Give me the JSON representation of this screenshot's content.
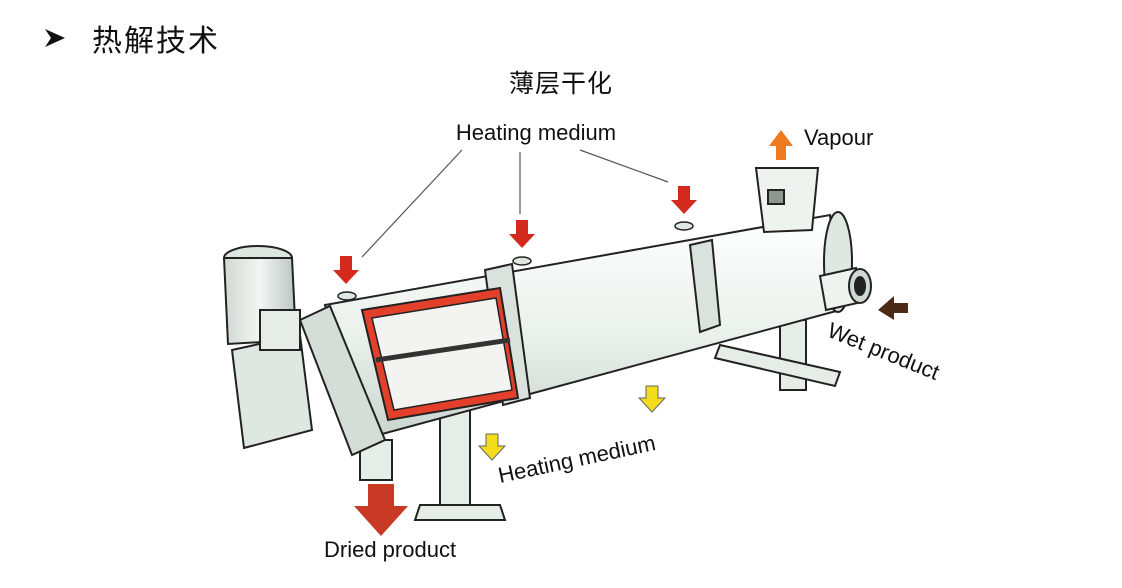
{
  "heading": "热解技术",
  "subtitle": "薄层干化",
  "labels": {
    "heating_medium_top": "Heating medium",
    "heating_medium_bottom": "Heating medium",
    "vapour": "Vapour",
    "wet_product": "Wet product",
    "dried_product": "Dried product"
  },
  "icons": {
    "bullet": "arrowhead-bullet-icon",
    "inlet_arrow": "red-down-arrow-icon",
    "outlet_arrow": "yellow-down-arrow-icon",
    "vapour_arrow": "orange-up-arrow-icon",
    "feed_arrow": "brown-left-arrow-icon",
    "discharge_arrow": "large-red-down-arrow-icon"
  },
  "colors": {
    "inlet": "#d42a1e",
    "outlet": "#f2dc1c",
    "vapour": "#ef7a1f",
    "feed": "#4d2a18",
    "discharge": "#c83a26",
    "shell": "#eef3ef",
    "interior": "#e2402b"
  }
}
